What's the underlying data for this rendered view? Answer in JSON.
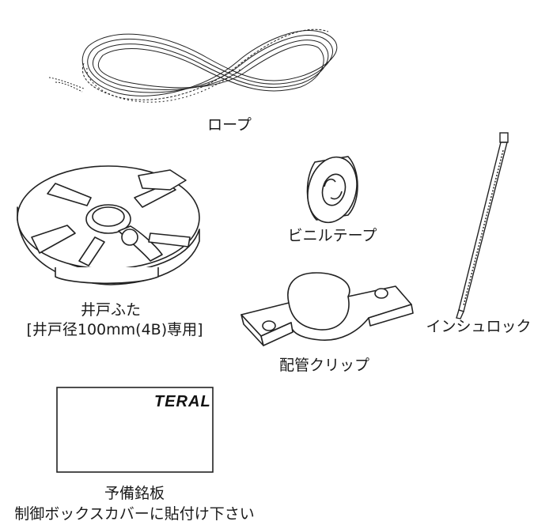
{
  "parts": {
    "rope": {
      "label": "ロープ"
    },
    "vinyl_tape": {
      "label": "ビニルテープ"
    },
    "cable_tie": {
      "label": "インシュロック"
    },
    "well_cover": {
      "label": "井戸ふた",
      "sublabel": "[井戸径100mm(4B)専用]"
    },
    "pipe_clip": {
      "label": "配管クリップ"
    },
    "spare_nameplate": {
      "label": "予備銘板",
      "note": "制御ボックスカバーに貼付け下さい",
      "brand": "TERAL"
    }
  }
}
